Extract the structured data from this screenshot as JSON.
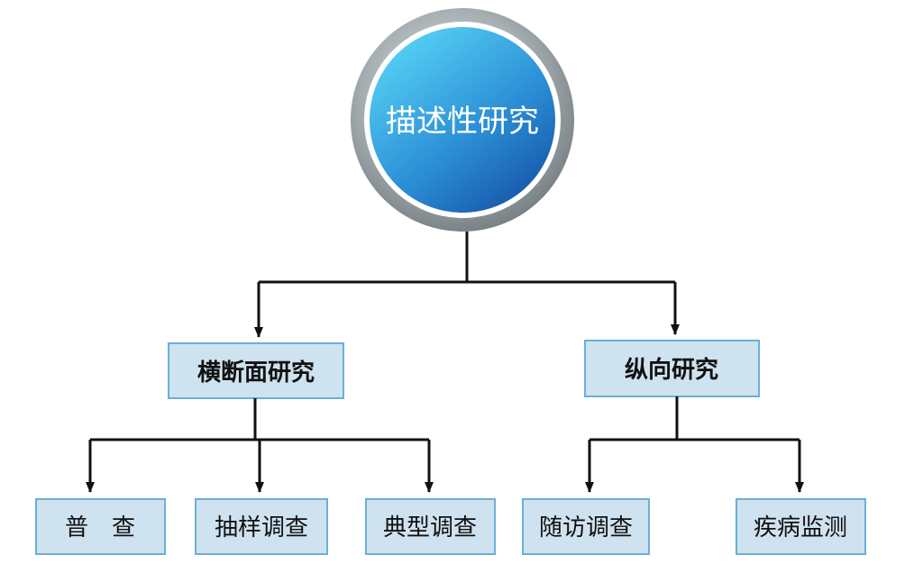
{
  "root": {
    "label": "描述性研究"
  },
  "branches": [
    {
      "label": "横断面研究",
      "children": [
        {
          "label": "普　查"
        },
        {
          "label": "抽样调查"
        },
        {
          "label": "典型调查"
        }
      ]
    },
    {
      "label": "纵向研究",
      "children": [
        {
          "label": "随访调查"
        },
        {
          "label": "疾病监测"
        }
      ]
    }
  ],
  "colors": {
    "root_fill_light": "#4fc7f0",
    "root_fill_dark": "#1a5fb0",
    "root_ring": "#9aa3a6",
    "box_fill": "#cfe2ef",
    "box_border": "#6ab0d8",
    "connector": "#111111"
  }
}
